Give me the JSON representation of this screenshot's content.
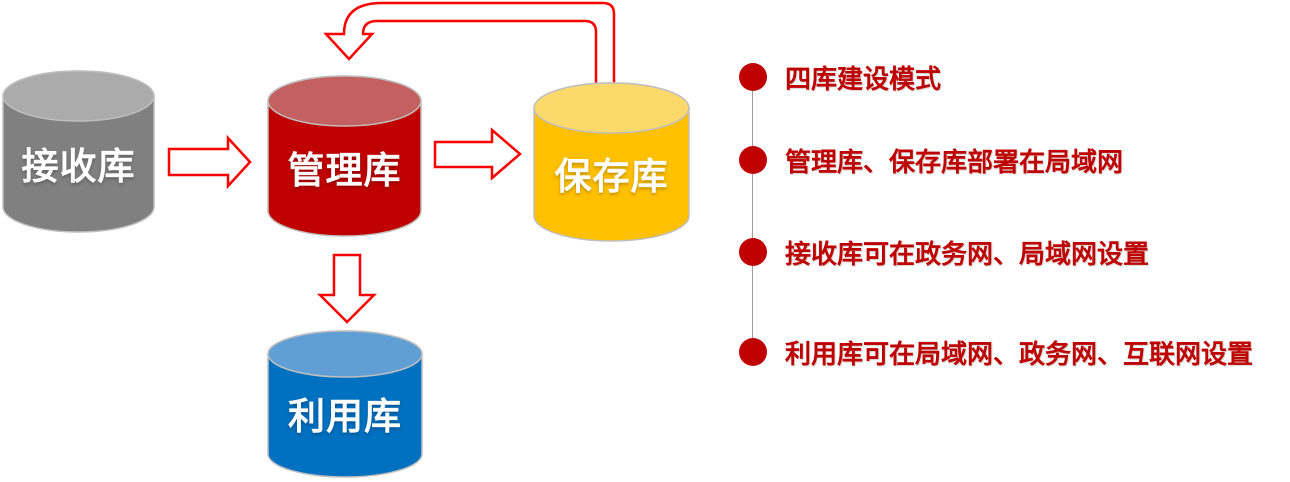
{
  "diagram": {
    "nodes": [
      {
        "id": "receive",
        "label": "接收库",
        "body_color": "#808080",
        "top_color": "#ABABAB"
      },
      {
        "id": "manage",
        "label": "管理库",
        "body_color": "#C00000",
        "top_color": "#C4605F"
      },
      {
        "id": "store",
        "label": "保存库",
        "body_color": "#FFC000",
        "top_color": "#FBD96A"
      },
      {
        "id": "use",
        "label": "利用库",
        "body_color": "#0070C0",
        "top_color": "#5F9FD6"
      }
    ],
    "arrows": {
      "outline_color": "#FF0000",
      "fill_color": "#FFFFFF",
      "connections": [
        {
          "from": "接收库",
          "to": "管理库",
          "direction": "right"
        },
        {
          "from": "管理库",
          "to": "保存库",
          "direction": "right"
        },
        {
          "from": "保存库",
          "to": "管理库",
          "direction": "loop-back-top"
        },
        {
          "from": "管理库",
          "to": "利用库",
          "direction": "down"
        }
      ]
    }
  },
  "notes": {
    "bullet_color": "#C00000",
    "text_color": "#C00000",
    "connector_color": "#9E9E9E",
    "items": [
      {
        "text": "四库建设模式"
      },
      {
        "text": "管理库、保存库部署在局域网"
      },
      {
        "text": "接收库可在政务网、局域网设置"
      },
      {
        "text": "利用库可在局域网、政务网、互联网设置"
      }
    ]
  }
}
